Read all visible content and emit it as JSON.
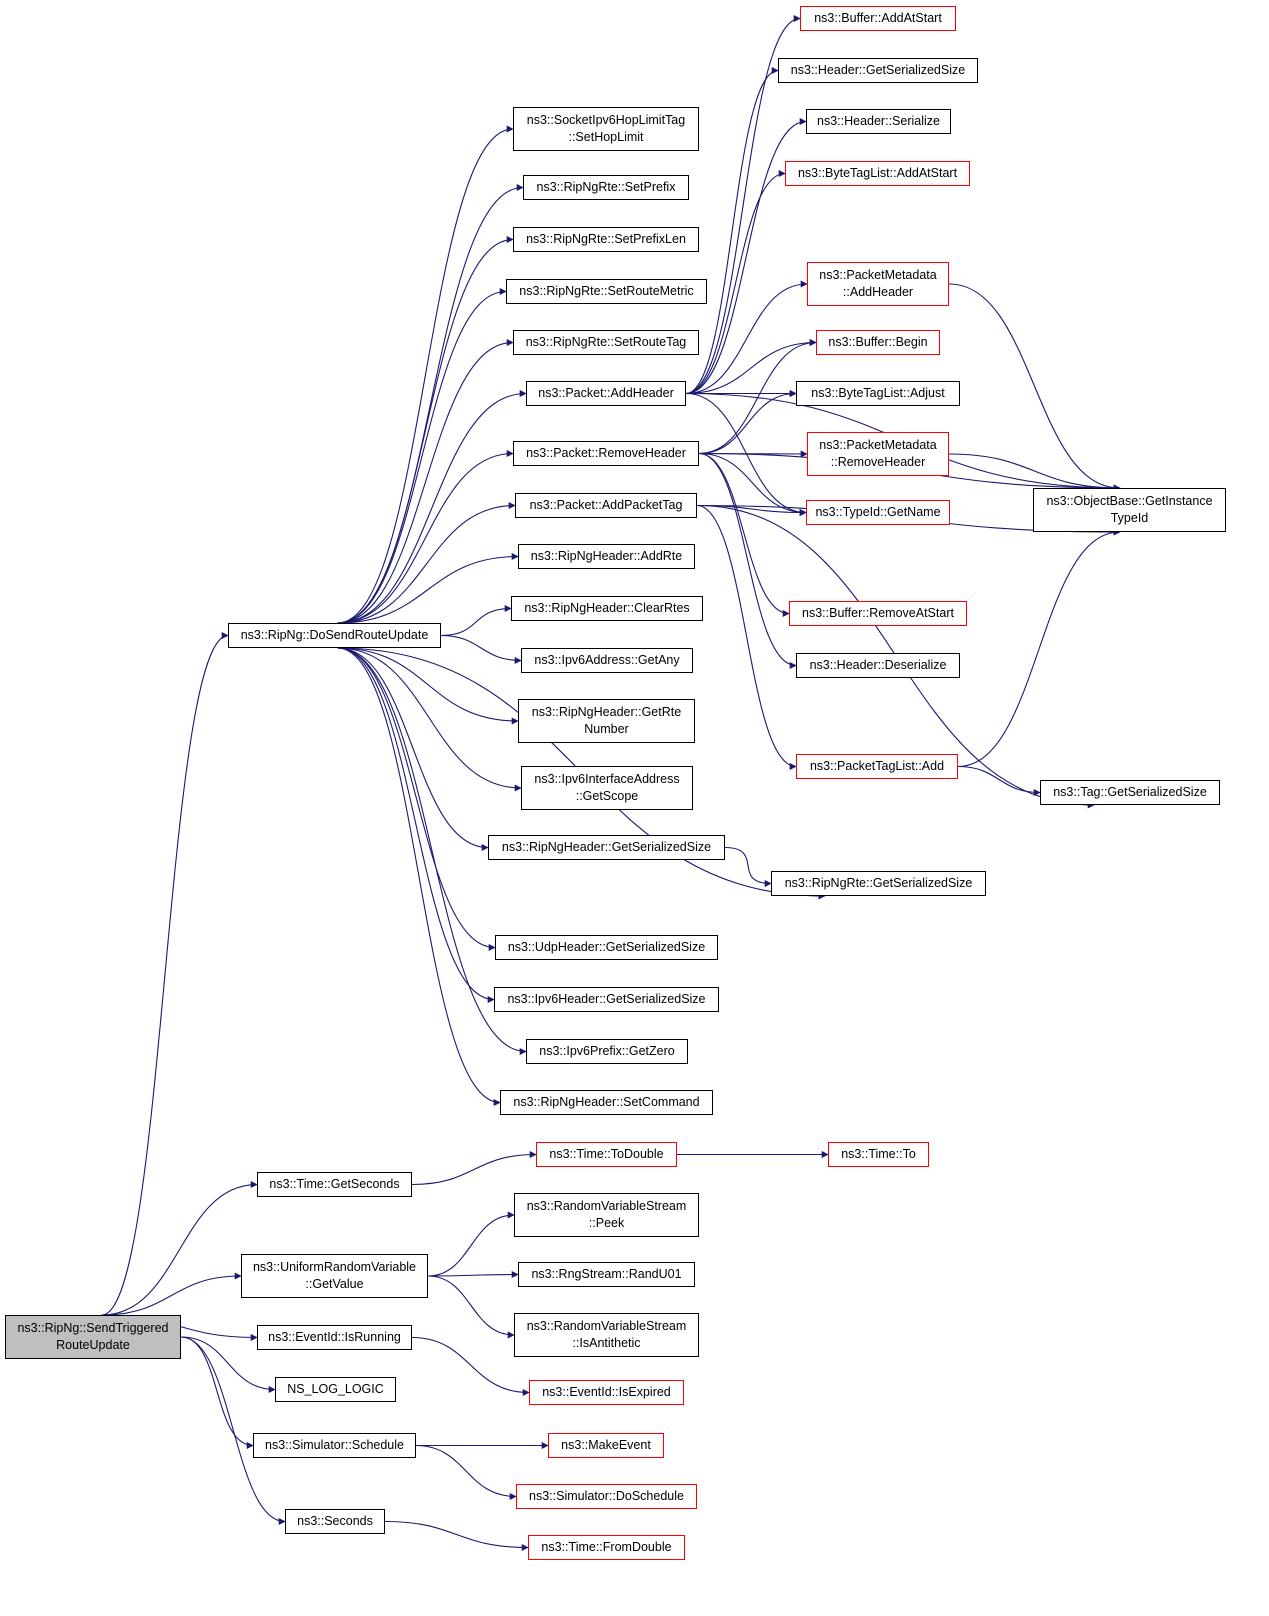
{
  "colors": {
    "edge": "#191970",
    "node_border": "#000000",
    "truncated_border": "#ff0000",
    "root_fill": "#bfbfbf"
  },
  "nodes": [
    {
      "id": "root",
      "lines": [
        "ns3::RipNg::SendTriggered",
        "RouteUpdate"
      ],
      "root": true
    },
    {
      "id": "dosend",
      "lines": [
        "ns3::RipNg::DoSendRouteUpdate"
      ]
    },
    {
      "id": "timegetsec",
      "lines": [
        "ns3::Time::GetSeconds"
      ]
    },
    {
      "id": "urvgetvalue",
      "lines": [
        "ns3::UniformRandomVariable",
        "::GetValue"
      ]
    },
    {
      "id": "eventisrunning",
      "lines": [
        "ns3::EventId::IsRunning"
      ]
    },
    {
      "id": "nslog",
      "lines": [
        "NS_LOG_LOGIC"
      ]
    },
    {
      "id": "simschedule",
      "lines": [
        "ns3::Simulator::Schedule"
      ]
    },
    {
      "id": "seconds",
      "lines": [
        "ns3::Seconds"
      ]
    },
    {
      "id": "sethoplimit",
      "lines": [
        "ns3::SocketIpv6HopLimitTag",
        "::SetHopLimit"
      ]
    },
    {
      "id": "setprefix",
      "lines": [
        "ns3::RipNgRte::SetPrefix"
      ]
    },
    {
      "id": "setprefixlen",
      "lines": [
        "ns3::RipNgRte::SetPrefixLen"
      ]
    },
    {
      "id": "setroutemetric",
      "lines": [
        "ns3::RipNgRte::SetRouteMetric"
      ]
    },
    {
      "id": "setroutetag",
      "lines": [
        "ns3::RipNgRte::SetRouteTag"
      ]
    },
    {
      "id": "addheader",
      "lines": [
        "ns3::Packet::AddHeader"
      ]
    },
    {
      "id": "removeheader",
      "lines": [
        "ns3::Packet::RemoveHeader"
      ]
    },
    {
      "id": "addpackettag",
      "lines": [
        "ns3::Packet::AddPacketTag"
      ]
    },
    {
      "id": "addrte",
      "lines": [
        "ns3::RipNgHeader::AddRte"
      ]
    },
    {
      "id": "clearrtes",
      "lines": [
        "ns3::RipNgHeader::ClearRtes"
      ]
    },
    {
      "id": "getany",
      "lines": [
        "ns3::Ipv6Address::GetAny"
      ]
    },
    {
      "id": "getrtenumber",
      "lines": [
        "ns3::RipNgHeader::GetRte",
        "Number"
      ]
    },
    {
      "id": "getscope",
      "lines": [
        "ns3::Ipv6InterfaceAddress",
        "::GetScope"
      ]
    },
    {
      "id": "ripngheadergss",
      "lines": [
        "ns3::RipNgHeader::GetSerializedSize"
      ]
    },
    {
      "id": "udpgss",
      "lines": [
        "ns3::UdpHeader::GetSerializedSize"
      ]
    },
    {
      "id": "ipv6hgss",
      "lines": [
        "ns3::Ipv6Header::GetSerializedSize"
      ]
    },
    {
      "id": "getzero",
      "lines": [
        "ns3::Ipv6Prefix::GetZero"
      ]
    },
    {
      "id": "setcommand",
      "lines": [
        "ns3::RipNgHeader::SetCommand"
      ]
    },
    {
      "id": "todouble",
      "lines": [
        "ns3::Time::ToDouble"
      ],
      "red": true
    },
    {
      "id": "peek",
      "lines": [
        "ns3::RandomVariableStream",
        "::Peek"
      ]
    },
    {
      "id": "randu01",
      "lines": [
        "ns3::RngStream::RandU01"
      ]
    },
    {
      "id": "isantithetic",
      "lines": [
        "ns3::RandomVariableStream",
        "::IsAntithetic"
      ]
    },
    {
      "id": "isexpired",
      "lines": [
        "ns3::EventId::IsExpired"
      ],
      "red": true
    },
    {
      "id": "makeevent",
      "lines": [
        "ns3::MakeEvent"
      ],
      "red": true
    },
    {
      "id": "doschedule",
      "lines": [
        "ns3::Simulator::DoSchedule"
      ],
      "red": true
    },
    {
      "id": "fromdouble",
      "lines": [
        "ns3::Time::FromDouble"
      ],
      "red": true
    },
    {
      "id": "bufaddatstart",
      "lines": [
        "ns3::Buffer::AddAtStart"
      ],
      "red": true
    },
    {
      "id": "headergss",
      "lines": [
        "ns3::Header::GetSerializedSize"
      ]
    },
    {
      "id": "headerserialize",
      "lines": [
        "ns3::Header::Serialize"
      ]
    },
    {
      "id": "btladdatstart",
      "lines": [
        "ns3::ByteTagList::AddAtStart"
      ],
      "red": true
    },
    {
      "id": "pmaddheader",
      "lines": [
        "ns3::PacketMetadata",
        "::AddHeader"
      ],
      "red": true
    },
    {
      "id": "bufbegin",
      "lines": [
        "ns3::Buffer::Begin"
      ],
      "red": true
    },
    {
      "id": "btladjust",
      "lines": [
        "ns3::ByteTagList::Adjust"
      ]
    },
    {
      "id": "pmremoveheader",
      "lines": [
        "ns3::PacketMetadata",
        "::RemoveHeader"
      ],
      "red": true
    },
    {
      "id": "typeidgetname",
      "lines": [
        "ns3::TypeId::GetName"
      ],
      "red": true
    },
    {
      "id": "bufremoveatstart",
      "lines": [
        "ns3::Buffer::RemoveAtStart"
      ],
      "red": true
    },
    {
      "id": "headerdeserialize",
      "lines": [
        "ns3::Header::Deserialize"
      ]
    },
    {
      "id": "ptladd",
      "lines": [
        "ns3::PacketTagList::Add"
      ],
      "red": true
    },
    {
      "id": "ripngrtegss",
      "lines": [
        "ns3::RipNgRte::GetSerializedSize"
      ]
    },
    {
      "id": "timeto",
      "lines": [
        "ns3::Time::To"
      ],
      "red": true
    },
    {
      "id": "objgetinstancetypeid",
      "lines": [
        "ns3::ObjectBase::GetInstance",
        "TypeId"
      ]
    },
    {
      "id": "taggss",
      "lines": [
        "ns3::Tag::GetSerializedSize"
      ]
    }
  ],
  "edges": [
    [
      "root",
      "dosend"
    ],
    [
      "root",
      "timegetsec"
    ],
    [
      "root",
      "urvgetvalue"
    ],
    [
      "root",
      "eventisrunning"
    ],
    [
      "root",
      "nslog"
    ],
    [
      "root",
      "simschedule"
    ],
    [
      "root",
      "seconds"
    ],
    [
      "dosend",
      "sethoplimit"
    ],
    [
      "dosend",
      "setprefix"
    ],
    [
      "dosend",
      "setprefixlen"
    ],
    [
      "dosend",
      "setroutemetric"
    ],
    [
      "dosend",
      "setroutetag"
    ],
    [
      "dosend",
      "addheader"
    ],
    [
      "dosend",
      "removeheader"
    ],
    [
      "dosend",
      "addpackettag"
    ],
    [
      "dosend",
      "addrte"
    ],
    [
      "dosend",
      "clearrtes"
    ],
    [
      "dosend",
      "getany"
    ],
    [
      "dosend",
      "getrtenumber"
    ],
    [
      "dosend",
      "getscope"
    ],
    [
      "dosend",
      "ripngheadergss"
    ],
    [
      "dosend",
      "ripngrtegss"
    ],
    [
      "dosend",
      "udpgss"
    ],
    [
      "dosend",
      "ipv6hgss"
    ],
    [
      "dosend",
      "getzero"
    ],
    [
      "dosend",
      "setcommand"
    ],
    [
      "addheader",
      "bufaddatstart"
    ],
    [
      "addheader",
      "headergss"
    ],
    [
      "addheader",
      "headerserialize"
    ],
    [
      "addheader",
      "btladdatstart"
    ],
    [
      "addheader",
      "objgetinstancetypeid"
    ],
    [
      "addheader",
      "pmaddheader"
    ],
    [
      "addheader",
      "bufbegin"
    ],
    [
      "addheader",
      "btladjust"
    ],
    [
      "addheader",
      "typeidgetname"
    ],
    [
      "removeheader",
      "bufbegin"
    ],
    [
      "removeheader",
      "btladjust"
    ],
    [
      "removeheader",
      "pmremoveheader"
    ],
    [
      "removeheader",
      "typeidgetname"
    ],
    [
      "removeheader",
      "objgetinstancetypeid"
    ],
    [
      "removeheader",
      "bufremoveatstart"
    ],
    [
      "removeheader",
      "headerdeserialize"
    ],
    [
      "addpackettag",
      "typeidgetname"
    ],
    [
      "addpackettag",
      "objgetinstancetypeid"
    ],
    [
      "addpackettag",
      "ptladd"
    ],
    [
      "addpackettag",
      "taggss"
    ],
    [
      "pmaddheader",
      "objgetinstancetypeid"
    ],
    [
      "pmremoveheader",
      "objgetinstancetypeid"
    ],
    [
      "ptladd",
      "objgetinstancetypeid"
    ],
    [
      "ptladd",
      "taggss"
    ],
    [
      "ripngheadergss",
      "ripngrtegss"
    ],
    [
      "timegetsec",
      "todouble"
    ],
    [
      "todouble",
      "timeto"
    ],
    [
      "urvgetvalue",
      "peek"
    ],
    [
      "urvgetvalue",
      "randu01"
    ],
    [
      "urvgetvalue",
      "isantithetic"
    ],
    [
      "eventisrunning",
      "isexpired"
    ],
    [
      "simschedule",
      "makeevent"
    ],
    [
      "simschedule",
      "doschedule"
    ],
    [
      "seconds",
      "fromdouble"
    ]
  ]
}
